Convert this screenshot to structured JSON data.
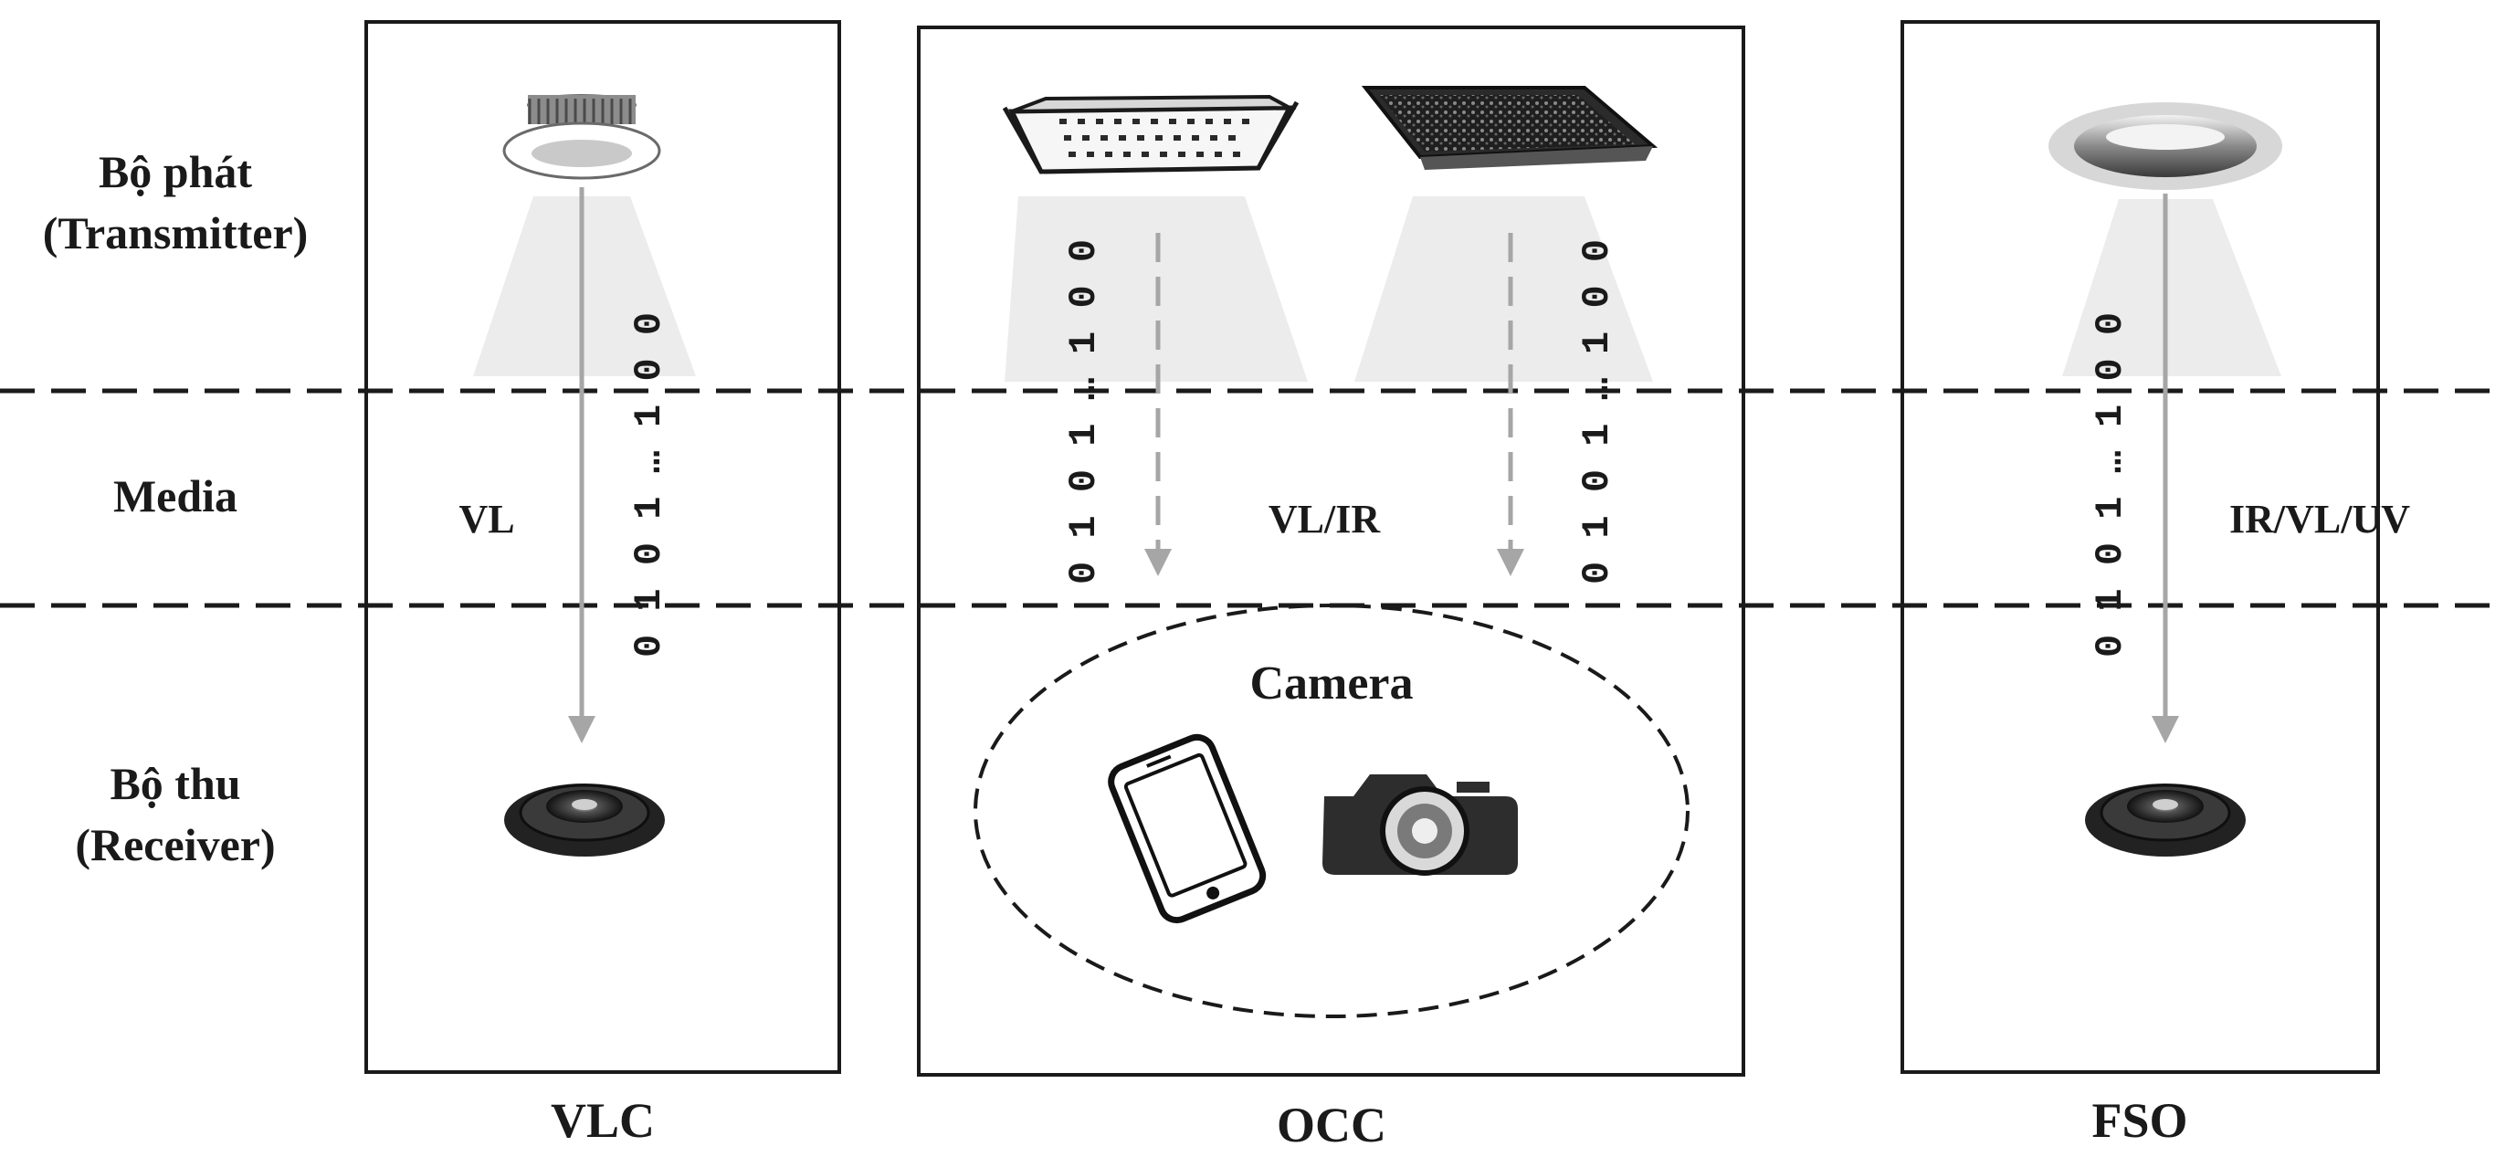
{
  "row_labels": {
    "transmitter_vi": "Bộ phát",
    "transmitter_en": "(Transmitter)",
    "media": "Media",
    "receiver_vi": "Bộ thu",
    "receiver_en": "(Receiver)"
  },
  "panels": {
    "vlc": {
      "title": "VLC",
      "medium": "VL",
      "bits": "0 1 0 1 … 1 0 0"
    },
    "occ": {
      "title": "OCC",
      "medium": "VL/IR",
      "bits_left": "0 1 0 1 … 1 0 0",
      "bits_right": "0 1 0 1 … 1 0 0",
      "receiver_group": "Camera"
    },
    "fso": {
      "title": "FSO",
      "medium": "IR/VL/UV",
      "bits": "0 1 0 1 … 1 0 0"
    }
  },
  "icons": {
    "vlc_transmitter": "ceiling-downlight-icon",
    "occ_transmitter_left": "led-panel-icon",
    "occ_transmitter_right": "led-display-icon",
    "fso_transmitter": "led-lamp-icon",
    "vlc_receiver": "photodetector-icon",
    "fso_receiver": "photodetector-icon",
    "occ_receiver_phone": "smartphone-icon",
    "occ_receiver_camera": "camera-icon"
  },
  "colors": {
    "arrow": "#a6a6a6",
    "beam": "#ececec",
    "frame": "#1a1a1a"
  }
}
